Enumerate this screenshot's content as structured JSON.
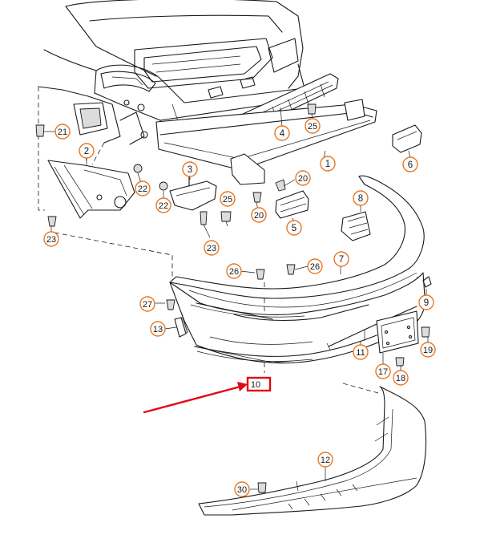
{
  "diagram": {
    "accent_color": "#e87722",
    "highlight_color": "#e30613",
    "labels": [
      {
        "id": "c1",
        "text": "1"
      },
      {
        "id": "c2",
        "text": "2"
      },
      {
        "id": "c3",
        "text": "3"
      },
      {
        "id": "c4",
        "text": "4"
      },
      {
        "id": "c5",
        "text": "5"
      },
      {
        "id": "c6",
        "text": "6"
      },
      {
        "id": "c7",
        "text": "7"
      },
      {
        "id": "c8",
        "text": "8"
      },
      {
        "id": "c9",
        "text": "9"
      },
      {
        "id": "c10",
        "text": "10"
      },
      {
        "id": "c11",
        "text": "11"
      },
      {
        "id": "c12",
        "text": "12"
      },
      {
        "id": "c13",
        "text": "13"
      },
      {
        "id": "c17",
        "text": "17"
      },
      {
        "id": "c18",
        "text": "18"
      },
      {
        "id": "c19",
        "text": "19"
      },
      {
        "id": "c20a",
        "text": "20"
      },
      {
        "id": "c20b",
        "text": "20"
      },
      {
        "id": "c21",
        "text": "21"
      },
      {
        "id": "c22a",
        "text": "22"
      },
      {
        "id": "c22b",
        "text": "22"
      },
      {
        "id": "c23a",
        "text": "23"
      },
      {
        "id": "c23b",
        "text": "23"
      },
      {
        "id": "c25a",
        "text": "25"
      },
      {
        "id": "c25b",
        "text": "25"
      },
      {
        "id": "c26a",
        "text": "26"
      },
      {
        "id": "c26b",
        "text": "26"
      },
      {
        "id": "c27",
        "text": "27"
      },
      {
        "id": "c30",
        "text": "30"
      }
    ]
  }
}
